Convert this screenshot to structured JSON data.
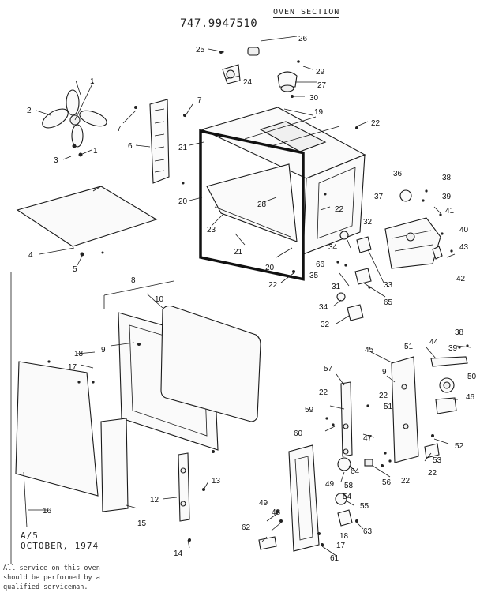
{
  "header": {
    "model_number": "747.9947510",
    "section_title": "OVEN SECTION"
  },
  "footer": {
    "page_code": "A/5",
    "date": "OCTOBER, 1974",
    "service_note": [
      "All service on this oven",
      "should be performed by a",
      "qualified serviceman."
    ]
  },
  "callouts": [
    {
      "num": "1"
    },
    {
      "num": "1"
    },
    {
      "num": "2"
    },
    {
      "num": "3"
    },
    {
      "num": "4"
    },
    {
      "num": "5"
    },
    {
      "num": "6"
    },
    {
      "num": "7"
    },
    {
      "num": "7"
    },
    {
      "num": "8"
    },
    {
      "num": "9"
    },
    {
      "num": "9"
    },
    {
      "num": "10"
    },
    {
      "num": "12"
    },
    {
      "num": "13"
    },
    {
      "num": "14"
    },
    {
      "num": "15"
    },
    {
      "num": "16"
    },
    {
      "num": "17"
    },
    {
      "num": "17"
    },
    {
      "num": "18"
    },
    {
      "num": "18"
    },
    {
      "num": "19"
    },
    {
      "num": "20"
    },
    {
      "num": "20"
    },
    {
      "num": "21"
    },
    {
      "num": "21"
    },
    {
      "num": "22"
    },
    {
      "num": "22"
    },
    {
      "num": "22"
    },
    {
      "num": "22"
    },
    {
      "num": "22"
    },
    {
      "num": "22"
    },
    {
      "num": "22"
    },
    {
      "num": "23"
    },
    {
      "num": "24"
    },
    {
      "num": "25"
    },
    {
      "num": "26"
    },
    {
      "num": "27"
    },
    {
      "num": "28"
    },
    {
      "num": "29"
    },
    {
      "num": "30"
    },
    {
      "num": "31"
    },
    {
      "num": "32"
    },
    {
      "num": "32"
    },
    {
      "num": "33"
    },
    {
      "num": "34"
    },
    {
      "num": "34"
    },
    {
      "num": "35"
    },
    {
      "num": "36"
    },
    {
      "num": "37"
    },
    {
      "num": "38"
    },
    {
      "num": "38"
    },
    {
      "num": "39"
    },
    {
      "num": "39"
    },
    {
      "num": "40"
    },
    {
      "num": "41"
    },
    {
      "num": "42"
    },
    {
      "num": "43"
    },
    {
      "num": "44"
    },
    {
      "num": "45"
    },
    {
      "num": "46"
    },
    {
      "num": "47"
    },
    {
      "num": "48"
    },
    {
      "num": "49"
    },
    {
      "num": "49"
    },
    {
      "num": "50"
    },
    {
      "num": "51"
    },
    {
      "num": "51"
    },
    {
      "num": "52"
    },
    {
      "num": "53"
    },
    {
      "num": "54"
    },
    {
      "num": "55"
    },
    {
      "num": "56"
    },
    {
      "num": "57"
    },
    {
      "num": "58"
    },
    {
      "num": "59"
    },
    {
      "num": "60"
    },
    {
      "num": "61"
    },
    {
      "num": "62"
    },
    {
      "num": "63"
    },
    {
      "num": "64"
    },
    {
      "num": "65"
    },
    {
      "num": "66"
    }
  ]
}
